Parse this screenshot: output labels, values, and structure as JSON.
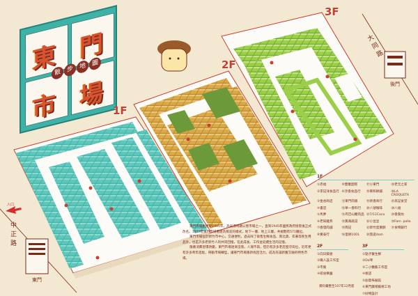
{
  "title": {
    "chars": [
      "東",
      "門",
      "市",
      "場"
    ],
    "subtitle": [
      "散",
      "步",
      "地",
      "圖"
    ]
  },
  "floors": {
    "f1": "1F",
    "f2": "2F",
    "f3": "3F"
  },
  "roads": {
    "zhongzheng": "中正路",
    "datong": "大同路"
  },
  "entrances": {
    "main": "東門",
    "back": "後門",
    "arrow": "入口"
  },
  "colors": {
    "background": "#f3e8d2",
    "floor1": "#3fb2a8",
    "floor2": "#d9a948",
    "floor3": "#9bcf4a",
    "accent": "#c8402c"
  },
  "description": [
    "東門市場創建於1901年，為吳濤時期公營市場之一，直到1945年國民政府接管後正式改名。1977年東門市場重建為目前的樣式，地下一層、地上三層，共規劃有571攤位。",
    "東門市場位於新竹市中心，交通便利，過去除了販售生鮮食品、南北貨、衣著等民生用品外，也是許多老新竹人的共同回憶，在此成長、工作並延續生活的記憶。",
    "隨著消費習慣改變，東門市場逐漸沒落，人潮不再，但仍有許多老店堅守崗位，近年更有許多青年進駐，帶動市場轉型，讓東門市場重新找回活力，成為充滿新舊交融的特色市場。"
  ],
  "legend": {
    "f1_label": "1F",
    "f1": [
      "①赤福",
      "②李記洋食品行",
      "③金谷商店",
      "④書店",
      "⑤馬胖",
      "⑥老知雞燕",
      "⑦春發肉舖",
      "⑧黃泰行",
      "⑨雙層蛋糕",
      "⑩淳香食品行",
      "⑪東門肉販",
      "⑫華一香料行",
      "⑬丹巴山豬肉品",
      "⑭無毒蔬菜",
      "⑮雨記",
      "⑯蛋餅1001",
      "⑰小東門",
      "⑱東和餅鋪",
      "⑲新香商行",
      "⑳八號咖啡",
      "㉑7/11Coco",
      "㉒小豆豆",
      "㉓新竹蛋黃酥",
      "㉔旅遊dom",
      "㉕老元之家",
      "㉖LA CROQUETA",
      "㉗高記食堂",
      "㉘八福",
      "㉙香葉坊",
      "㉚Fam. pollo",
      "㉛食物銀行"
    ],
    "f2_label": "2F",
    "f2": [
      "①向日葵屋",
      "②職人設工作室",
      "③市集",
      "④碳食樂園"
    ],
    "f3_label": "3F",
    "f3": [
      "①點子餐生鮮",
      "②Do啤",
      "③二小攤藝工作室",
      "④桃店",
      "⑤創意佈展館",
      "⑥東門廣場藝術工坊",
      "⑦好物設計"
    ]
  },
  "credit": "資料彙整至107年12月底"
}
